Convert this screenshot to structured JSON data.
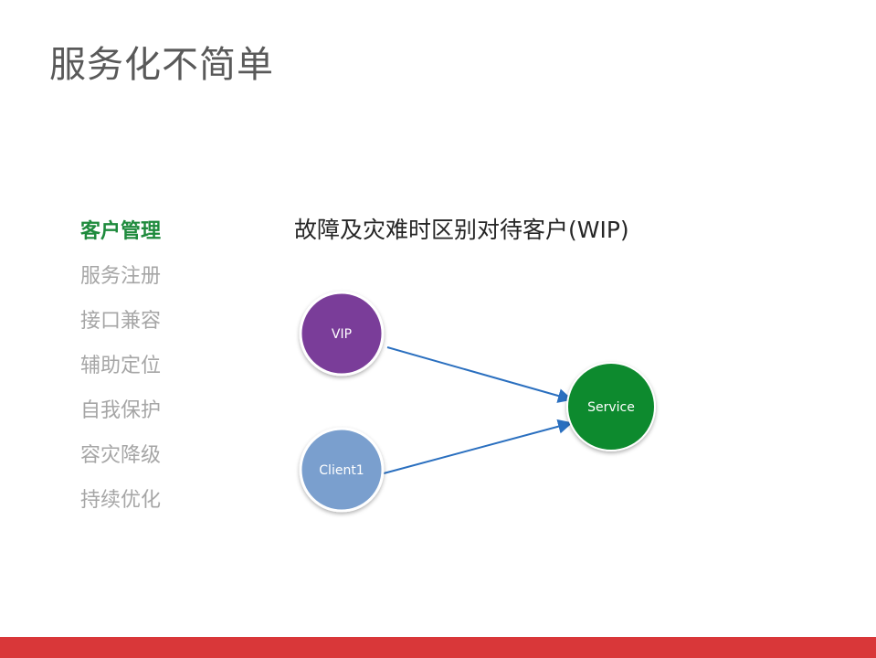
{
  "title": "服务化不简单",
  "menu": [
    {
      "label": "客户管理",
      "active": true
    },
    {
      "label": "服务注册"
    },
    {
      "label": "接口兼容"
    },
    {
      "label": "辅助定位"
    },
    {
      "label": "自我保护"
    },
    {
      "label": "容灾降级"
    },
    {
      "label": "持续优化"
    }
  ],
  "diagram": {
    "title": "故障及灾难时区别对待客户(WIP)",
    "nodes": [
      {
        "id": "vip",
        "label": "VIP",
        "color": "#7a3d99"
      },
      {
        "id": "client1",
        "label": "Client1",
        "color": "#7a9fce"
      },
      {
        "id": "service",
        "label": "Service",
        "color": "#0f8a2e"
      }
    ],
    "edges": [
      {
        "from": "VIP",
        "to": "Service"
      },
      {
        "from": "Client1",
        "to": "Service"
      }
    ],
    "edge_color": "#2a6fbf"
  },
  "footer_color": "#d93739"
}
